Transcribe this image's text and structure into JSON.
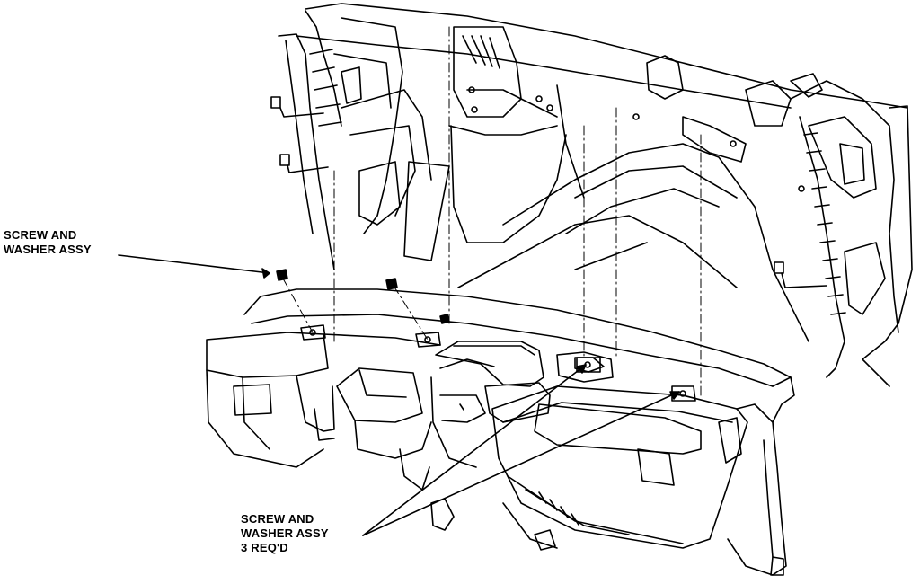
{
  "diagram": {
    "callouts": [
      {
        "lines": [
          "SCREW AND",
          "WASHER ASSY"
        ]
      },
      {
        "lines": [
          "SCREW AND",
          "WASHER ASSY",
          "3 REQ'D"
        ]
      }
    ],
    "colors": {
      "ink": "#000000",
      "paper": "#ffffff"
    }
  }
}
